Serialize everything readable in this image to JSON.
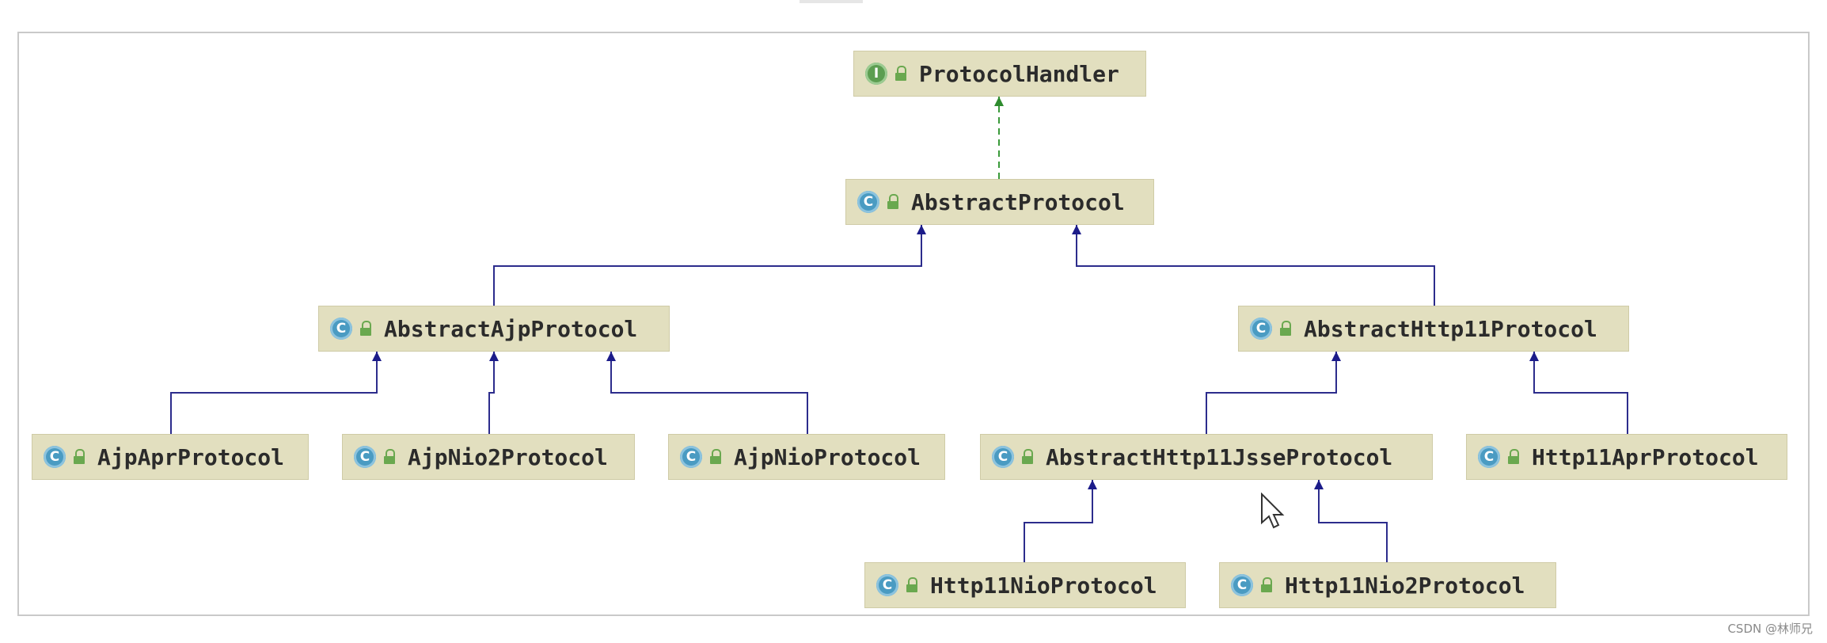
{
  "diagram": {
    "nodes": [
      {
        "id": "protocol-handler",
        "label": "ProtocolHandler",
        "kind": "I"
      },
      {
        "id": "abstract-protocol",
        "label": "AbstractProtocol",
        "kind": "C"
      },
      {
        "id": "abstract-ajp-protocol",
        "label": "AbstractAjpProtocol",
        "kind": "C"
      },
      {
        "id": "abstract-http11-protocol",
        "label": "AbstractHttp11Protocol",
        "kind": "C"
      },
      {
        "id": "ajp-apr-protocol",
        "label": "AjpAprProtocol",
        "kind": "C"
      },
      {
        "id": "ajp-nio2-protocol",
        "label": "AjpNio2Protocol",
        "kind": "C"
      },
      {
        "id": "ajp-nio-protocol",
        "label": "AjpNioProtocol",
        "kind": "C"
      },
      {
        "id": "abstract-http11-jsse-protocol",
        "label": "AbstractHttp11JsseProtocol",
        "kind": "C"
      },
      {
        "id": "http11-apr-protocol",
        "label": "Http11AprProtocol",
        "kind": "C"
      },
      {
        "id": "http11-nio-protocol",
        "label": "Http11NioProtocol",
        "kind": "C"
      },
      {
        "id": "http11-nio2-protocol",
        "label": "Http11Nio2Protocol",
        "kind": "C"
      }
    ],
    "edges": [
      {
        "from": "abstract-protocol",
        "to": "protocol-handler",
        "type": "implements"
      },
      {
        "from": "abstract-ajp-protocol",
        "to": "abstract-protocol",
        "type": "extends"
      },
      {
        "from": "abstract-http11-protocol",
        "to": "abstract-protocol",
        "type": "extends"
      },
      {
        "from": "ajp-apr-protocol",
        "to": "abstract-ajp-protocol",
        "type": "extends"
      },
      {
        "from": "ajp-nio2-protocol",
        "to": "abstract-ajp-protocol",
        "type": "extends"
      },
      {
        "from": "ajp-nio-protocol",
        "to": "abstract-ajp-protocol",
        "type": "extends"
      },
      {
        "from": "abstract-http11-jsse-protocol",
        "to": "abstract-http11-protocol",
        "type": "extends"
      },
      {
        "from": "http11-apr-protocol",
        "to": "abstract-http11-protocol",
        "type": "extends"
      },
      {
        "from": "http11-nio-protocol",
        "to": "abstract-http11-jsse-protocol",
        "type": "extends"
      },
      {
        "from": "http11-nio2-protocol",
        "to": "abstract-http11-jsse-protocol",
        "type": "extends"
      }
    ]
  },
  "colors": {
    "node_fill": "#e2dfbf",
    "extends_line": "#2c2c8c",
    "implements_line": "#3a9a3a",
    "class_badge": "#4a9bc2",
    "interface_badge": "#5c9e51"
  },
  "watermark": "CSDN @林师兄"
}
